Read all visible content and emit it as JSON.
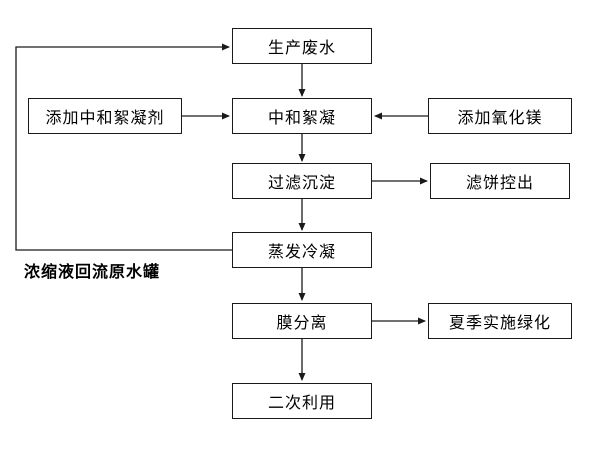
{
  "diagram": {
    "type": "flowchart",
    "line_color": "#1a1a1a",
    "box_background": "#ffffff",
    "nodes": {
      "production_wastewater": {
        "label": "生产废水"
      },
      "add_flocculant": {
        "label": "添加中和絮凝剂"
      },
      "neutralization_flocculation": {
        "label": "中和絮凝"
      },
      "add_magnesium_oxide": {
        "label": "添加氧化镁"
      },
      "filtration_sedimentation": {
        "label": "过滤沉淀"
      },
      "filter_cake_discharge": {
        "label": "滤饼控出"
      },
      "evaporation_condensation": {
        "label": "蒸发冷凝"
      },
      "membrane_separation": {
        "label": "膜分离"
      },
      "summer_greening": {
        "label": "夏季实施绿化"
      },
      "secondary_use": {
        "label": "二次利用"
      }
    },
    "labels": {
      "concentrate_return": "浓缩液回流原水罐"
    },
    "flows": [
      "生产废水 -> 中和絮凝",
      "添加中和絮凝剂 -> 中和絮凝",
      "添加氧化镁 -> 中和絮凝",
      "中和絮凝 -> 过滤沉淀",
      "过滤沉淀 -> 滤饼控出",
      "过滤沉淀 -> 蒸发冷凝",
      "蒸发冷凝 -> 膜分离",
      "蒸发冷凝 -> 生产废水 (浓缩液回流原水罐)",
      "膜分离 -> 夏季实施绿化",
      "膜分离 -> 二次利用"
    ]
  }
}
